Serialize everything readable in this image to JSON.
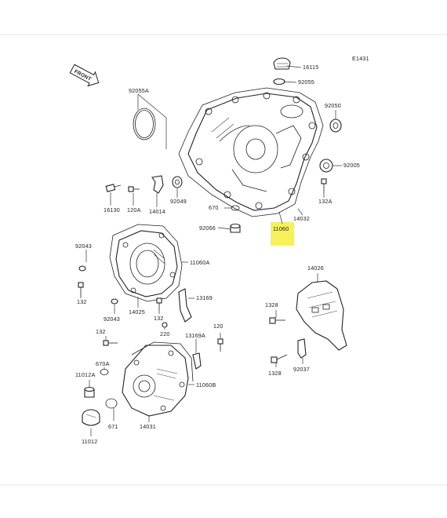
{
  "diagram_code": "E1431",
  "front_label": "FRONT",
  "highlight_color": "#f4ee3c",
  "labels": [
    {
      "key": "16115",
      "text": "16115"
    },
    {
      "key": "92055",
      "text": "92055"
    },
    {
      "key": "92055A",
      "text": "92055A"
    },
    {
      "key": "92050",
      "text": "92050"
    },
    {
      "key": "92005",
      "text": "92005"
    },
    {
      "key": "132A",
      "text": "132A"
    },
    {
      "key": "14032",
      "text": "14032"
    },
    {
      "key": "11060",
      "text": "11060"
    },
    {
      "key": "670",
      "text": "670"
    },
    {
      "key": "92066",
      "text": "92066"
    },
    {
      "key": "16130",
      "text": "16130"
    },
    {
      "key": "120A",
      "text": "120A"
    },
    {
      "key": "14014",
      "text": "14014"
    },
    {
      "key": "92049",
      "text": "92049"
    },
    {
      "key": "92043a",
      "text": "92043"
    },
    {
      "key": "11060A",
      "text": "11060A"
    },
    {
      "key": "132a",
      "text": "132"
    },
    {
      "key": "92043b",
      "text": "92043"
    },
    {
      "key": "14025",
      "text": "14025"
    },
    {
      "key": "13169",
      "text": "13169"
    },
    {
      "key": "132b",
      "text": "132"
    },
    {
      "key": "220",
      "text": "220"
    },
    {
      "key": "14026",
      "text": "14026"
    },
    {
      "key": "1328a",
      "text": "1328"
    },
    {
      "key": "1328b",
      "text": "1328"
    },
    {
      "key": "92037",
      "text": "92037"
    },
    {
      "key": "132c",
      "text": "132"
    },
    {
      "key": "13169A",
      "text": "13169A"
    },
    {
      "key": "120",
      "text": "120"
    },
    {
      "key": "670A",
      "text": "670A"
    },
    {
      "key": "11012A",
      "text": "11012A"
    },
    {
      "key": "11060B",
      "text": "11060B"
    },
    {
      "key": "671",
      "text": "671"
    },
    {
      "key": "14031",
      "text": "14031"
    },
    {
      "key": "11012",
      "text": "11012"
    }
  ]
}
